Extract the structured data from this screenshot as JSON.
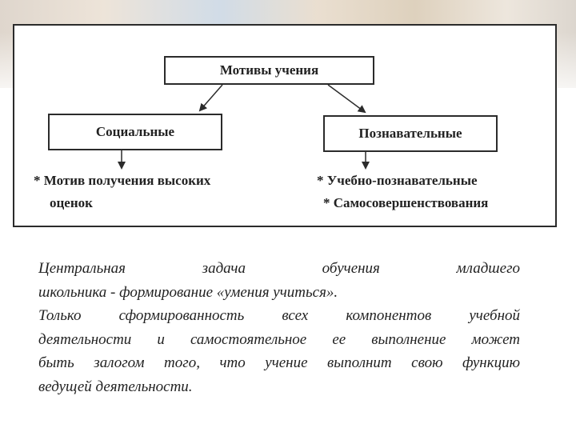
{
  "diagram": {
    "root": "Мотивы учения",
    "left_branch": {
      "label": "Социальные",
      "bullet_marker": "*",
      "items_line1": "Мотив получения высоких",
      "items_line2": "оценок"
    },
    "right_branch": {
      "label": "Познавательные",
      "items": [
        "* Учебно-познавательные",
        "* Самосовершенствования"
      ]
    }
  },
  "text": {
    "lines": [
      "Центральная задача обучения младшего",
      "школьника - формирование «умения учиться».",
      "Только сформированность всех компонентов учебной",
      "деятельности и самостоятельное ее выполнение может",
      "быть залогом того, что учение выполнит свою функцию",
      "ведущей деятельности."
    ]
  },
  "colors": {
    "border": "#2b2b2b",
    "text": "#222222",
    "background": "#ffffff"
  }
}
